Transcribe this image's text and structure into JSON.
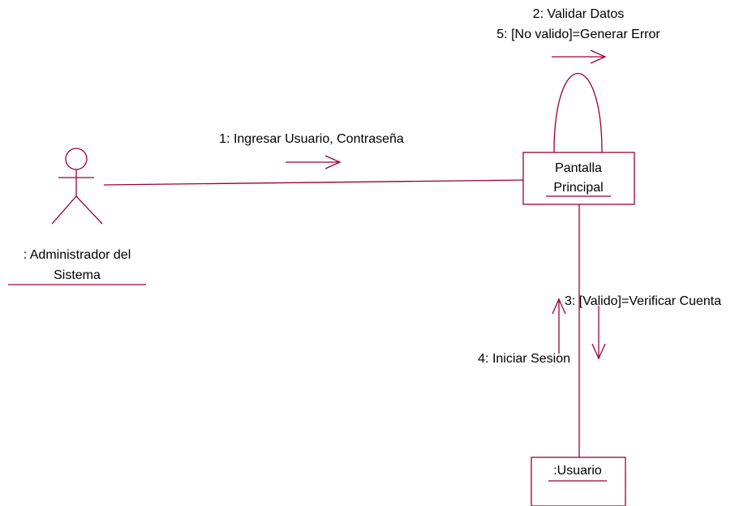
{
  "actor": {
    "name_line1": ": Administrador del",
    "name_line2": "Sistema"
  },
  "objects": {
    "pantalla": {
      "line1": "Pantalla",
      "line2": "Principal"
    },
    "usuario": {
      "label": ":Usuario"
    }
  },
  "messages": {
    "m1": "1: Ingresar Usuario, Contraseña",
    "m2": "2: Validar Datos",
    "m5": "5: [No valido]=Generar Error",
    "m3": "3: [Valido]=Verificar Cuenta",
    "m4": "4: Iniciar Sesion"
  },
  "colors": {
    "line": "#990033",
    "text": "#000000",
    "background": "#ffffff"
  }
}
